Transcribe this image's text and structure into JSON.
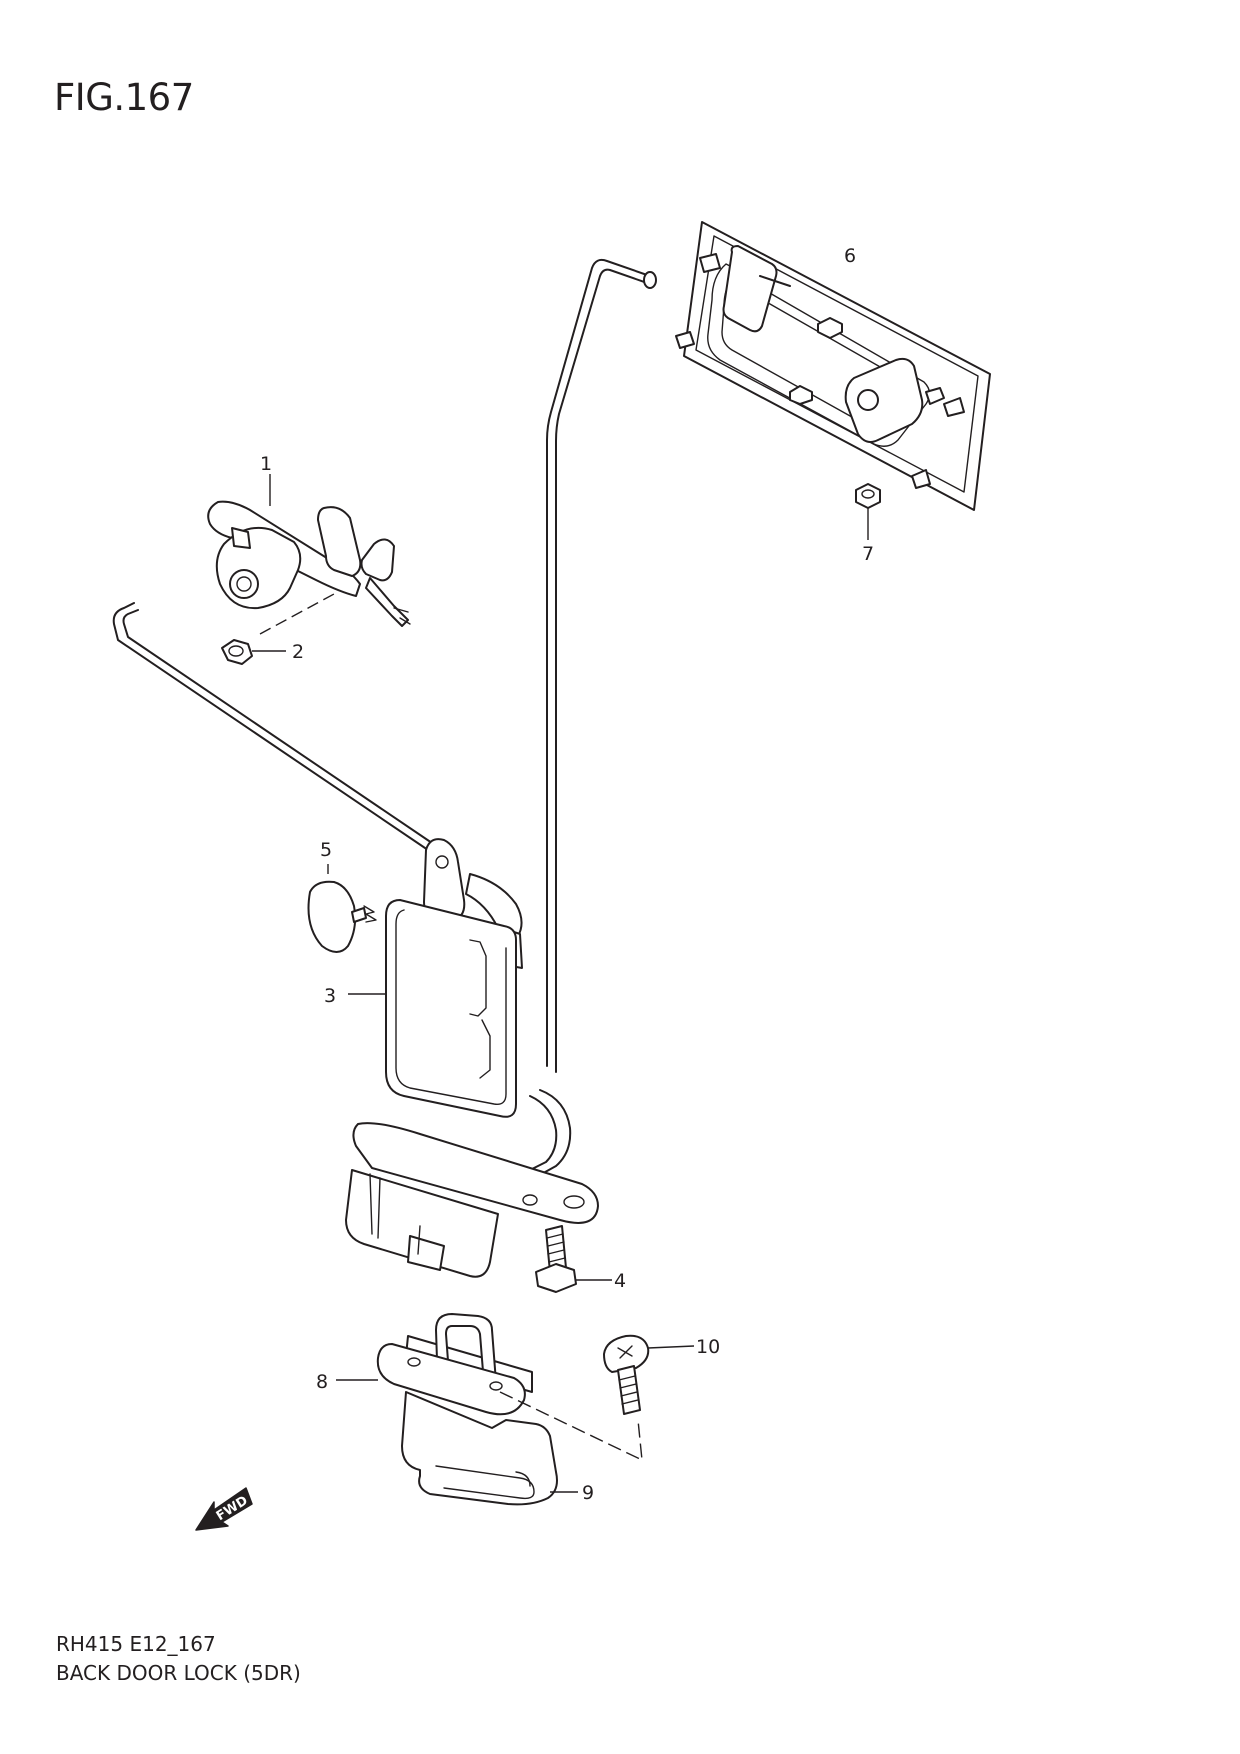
{
  "figure": {
    "title": "FIG.167",
    "code": "RH415 E12_167",
    "name": "BACK DOOR LOCK (5DR)"
  },
  "callouts": [
    "1",
    "2",
    "3",
    "4",
    "5",
    "6",
    "7",
    "8",
    "9",
    "10"
  ],
  "fwd_label": "FWD"
}
